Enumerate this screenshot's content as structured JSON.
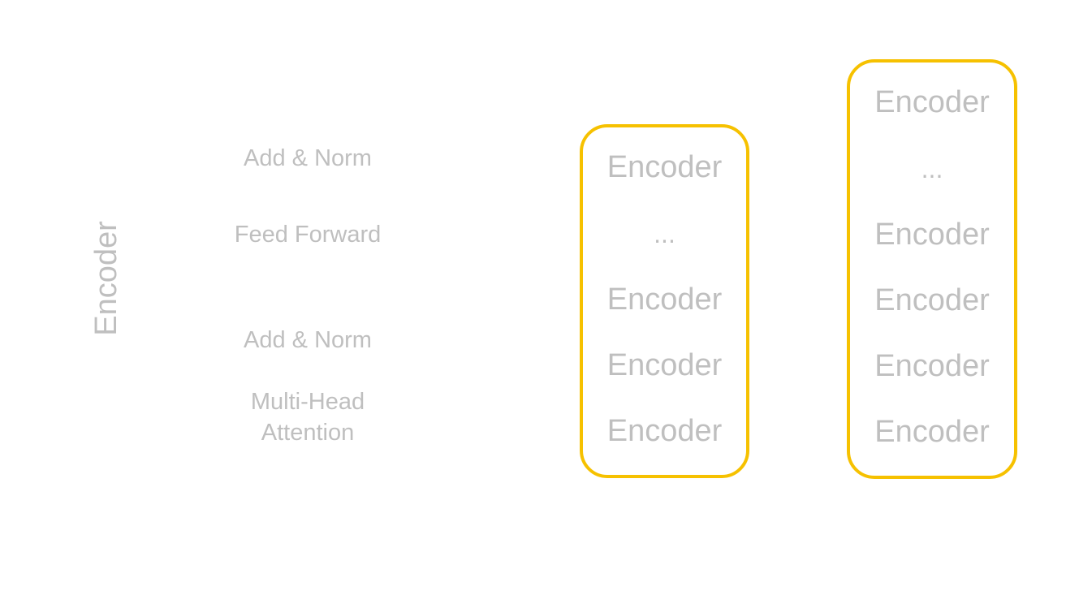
{
  "encoder_label": "Encoder",
  "sublayers": {
    "add_norm_top": "Add & Norm",
    "feed_forward": "Feed Forward",
    "add_norm_bottom": "Add & Norm",
    "multi_head_line1": "Multi-Head",
    "multi_head_line2": "Attention"
  },
  "stack_small": {
    "items": [
      "Encoder",
      "...",
      "Encoder",
      "Encoder",
      "Encoder"
    ]
  },
  "stack_large": {
    "items": [
      "Encoder",
      "...",
      "Encoder",
      "Encoder",
      "Encoder",
      "Encoder"
    ]
  },
  "colors": {
    "text": "#bfbfbf",
    "stack_border": "#f6c100"
  }
}
